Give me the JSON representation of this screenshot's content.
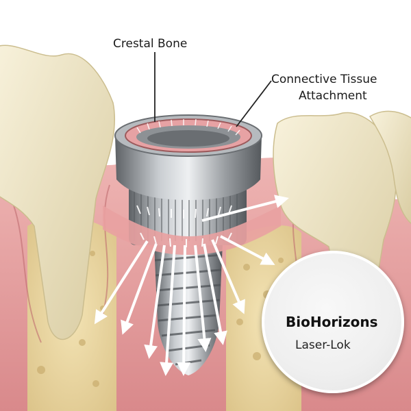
{
  "labels": {
    "crestal_bone": "Crestal Bone",
    "connective_tissue_line1": "Connective Tissue",
    "connective_tissue_line2": "Attachment"
  },
  "badge": {
    "brand": "BioHorizons",
    "product": "Laser-Lok"
  },
  "colors": {
    "gum": "#e9a7a7",
    "gum_dark": "#c97b7d",
    "bone": "#ecd9a6",
    "tooth": "#efe6c8",
    "metal": "#a9adb1",
    "arrow": "#ffffff",
    "background": "#ffffff"
  },
  "icons": {
    "implant": "dental-implant-icon",
    "arrows": "fiber-arrow-icon"
  }
}
